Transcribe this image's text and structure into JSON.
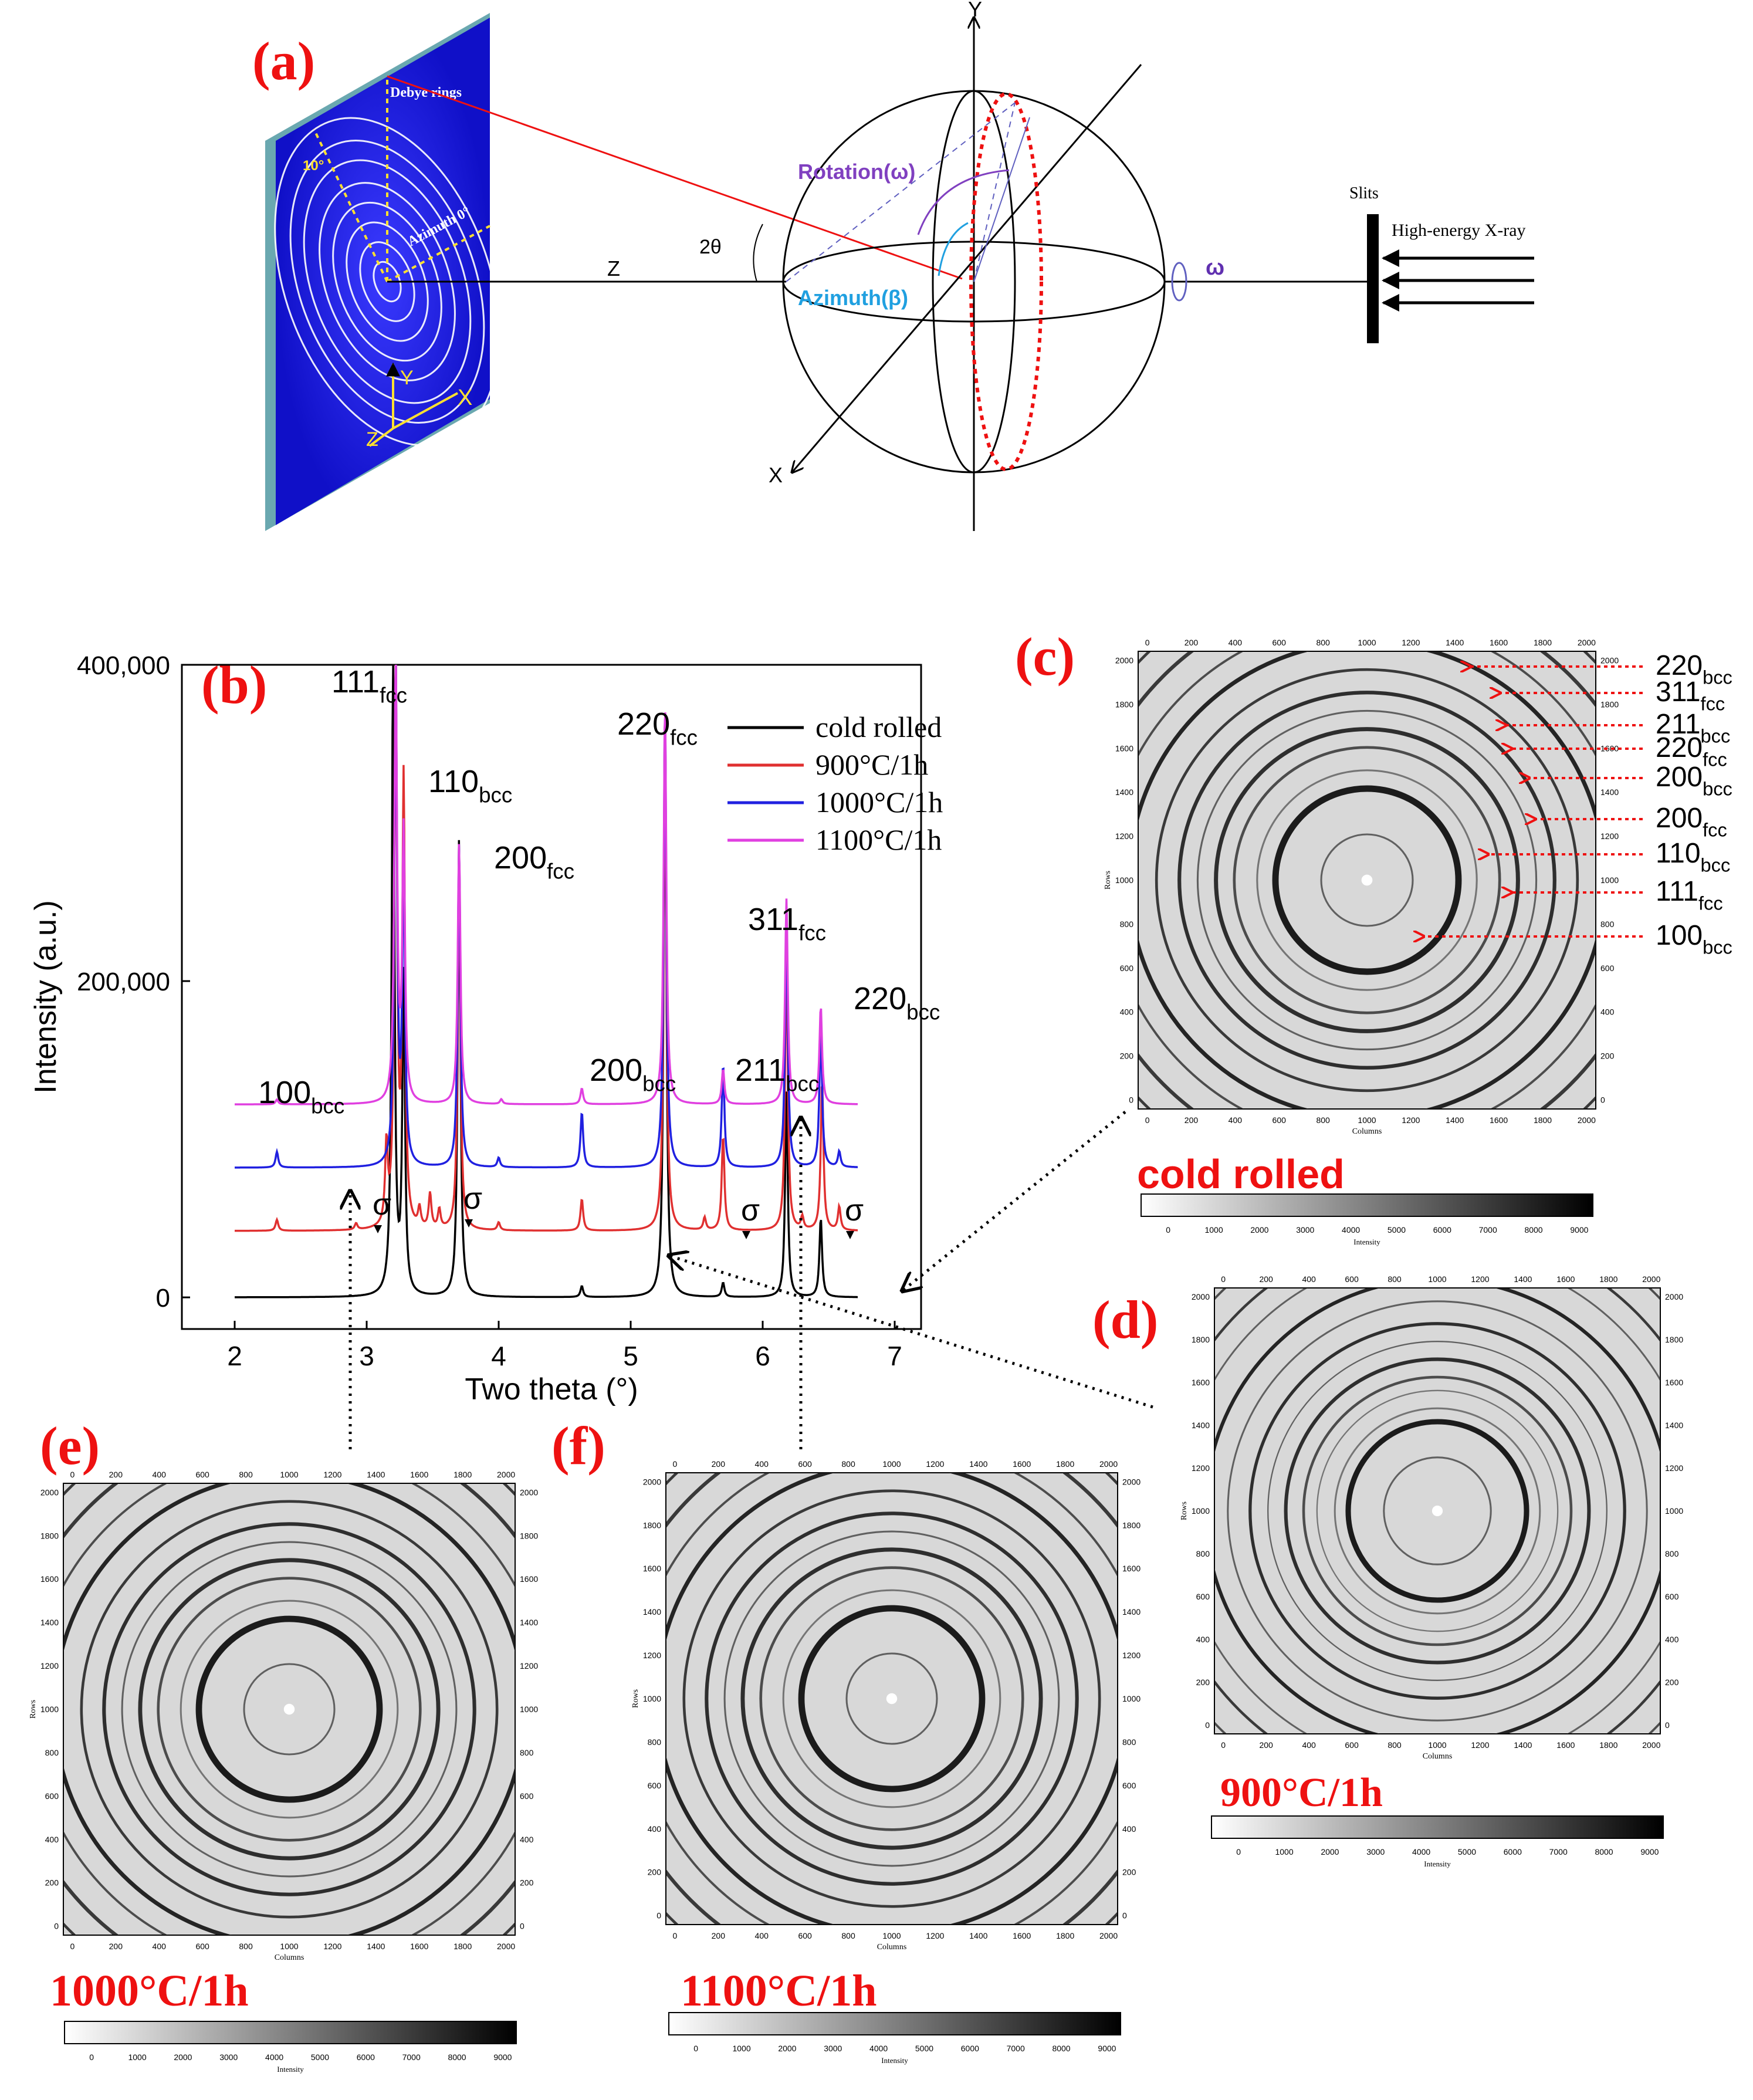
{
  "panel_labels": {
    "a": "(a)",
    "b": "(b)",
    "c": "(c)",
    "d": "(d)",
    "e": "(e)",
    "f": "(f)"
  },
  "schematic": {
    "debye_rings": "Debye rings",
    "angle_10": "10°",
    "azimuth0": "Azimuth 0°",
    "axis_y_det": "Y",
    "axis_x_det": "X",
    "axis_z_det": "Z",
    "z_label": "Z",
    "two_theta": "2θ",
    "rotation": "Rotation(ω)",
    "azimuth_beta": "Azimuth(β)",
    "y_axis": "Y",
    "x_axis": "X",
    "omega": "ω",
    "slits": "Slits",
    "xray": "High-energy  X-ray"
  },
  "chart_data": {
    "type": "line",
    "title": "",
    "xlabel": "Two theta (°)",
    "ylabel": "Intensity (a.u.)",
    "xlim": [
      1.6,
      7.2
    ],
    "ylim": [
      -20000,
      400000
    ],
    "xticks": [
      "2",
      "3",
      "4",
      "5",
      "6",
      "7"
    ],
    "yticks": [
      "0",
      "200,000",
      "400,000"
    ],
    "legend_position": "top-right",
    "series": [
      {
        "name": "cold rolled",
        "color": "#000000",
        "offset": 0,
        "peaks": [
          [
            3.2,
            400000
          ],
          [
            3.28,
            200000
          ],
          [
            3.7,
            290000
          ],
          [
            4.63,
            7000
          ],
          [
            5.26,
            378000
          ],
          [
            5.7,
            9000
          ],
          [
            6.18,
            130000
          ],
          [
            6.44,
            50000
          ]
        ]
      },
      {
        "name": "900°C/1h",
        "color": "#e03030",
        "offset": 42000,
        "peaks": [
          [
            2.32,
            7000
          ],
          [
            2.92,
            4000
          ],
          [
            3.15,
            50000
          ],
          [
            3.22,
            360000
          ],
          [
            3.28,
            280000
          ],
          [
            3.4,
            12000
          ],
          [
            3.48,
            22000
          ],
          [
            3.55,
            12000
          ],
          [
            3.7,
            240000
          ],
          [
            4.0,
            5000
          ],
          [
            4.63,
            20000
          ],
          [
            5.26,
            330000
          ],
          [
            5.56,
            8000
          ],
          [
            5.7,
            60000
          ],
          [
            6.18,
            180000
          ],
          [
            6.3,
            8000
          ],
          [
            6.45,
            95000
          ],
          [
            6.58,
            15000
          ]
        ]
      },
      {
        "name": "1000°C/1h",
        "color": "#2020e0",
        "offset": 82000,
        "peaks": [
          [
            2.32,
            10000
          ],
          [
            3.22,
            320000
          ],
          [
            3.28,
            190000
          ],
          [
            3.7,
            205000
          ],
          [
            4.0,
            6000
          ],
          [
            4.63,
            35000
          ],
          [
            5.26,
            295000
          ],
          [
            5.7,
            65000
          ],
          [
            6.18,
            160000
          ],
          [
            6.44,
            90000
          ],
          [
            6.58,
            10000
          ]
        ]
      },
      {
        "name": "1100°C/1h",
        "color": "#e040e0",
        "offset": 122000,
        "peaks": [
          [
            2.32,
            3000
          ],
          [
            3.22,
            280000
          ],
          [
            3.28,
            170000
          ],
          [
            3.7,
            165000
          ],
          [
            4.02,
            3000
          ],
          [
            4.63,
            10000
          ],
          [
            5.26,
            255000
          ],
          [
            5.7,
            22000
          ],
          [
            6.18,
            130000
          ],
          [
            6.44,
            62000
          ]
        ]
      }
    ],
    "peak_labels": {
      "p111fcc": [
        "111",
        "fcc"
      ],
      "p110bcc": [
        "110",
        "bcc"
      ],
      "p200fcc": [
        "200",
        "fcc"
      ],
      "p220fcc": [
        "220",
        "fcc"
      ],
      "p311fcc": [
        "311",
        "fcc"
      ],
      "p220bcc": [
        "220",
        "bcc"
      ],
      "p100bcc": [
        "100",
        "bcc"
      ],
      "p200bcc": [
        "200",
        "bcc"
      ],
      "p211bcc": [
        "211",
        "bcc"
      ],
      "sigma": "σ"
    }
  },
  "ring_annotations": [
    [
      "220",
      "bcc"
    ],
    [
      "311",
      "fcc"
    ],
    [
      "211",
      "bcc"
    ],
    [
      "220",
      "fcc"
    ],
    [
      "200",
      "bcc"
    ],
    [
      "200",
      "fcc"
    ],
    [
      "110",
      "bcc"
    ],
    [
      "111",
      "fcc"
    ],
    [
      "100",
      "bcc"
    ]
  ],
  "detectors": {
    "c": {
      "name": "cold rolled"
    },
    "d": {
      "name": "900°C/1h"
    },
    "e": {
      "name": "1000°C/1h"
    },
    "f": {
      "name": "1100°C/1h"
    },
    "axis_ticks": [
      "0",
      "200",
      "400",
      "600",
      "800",
      "1000",
      "1200",
      "1400",
      "1600",
      "1800",
      "2000"
    ],
    "colorbar_ticks": [
      "0",
      "1000",
      "2000",
      "3000",
      "4000",
      "5000",
      "6000",
      "7000",
      "8000",
      "9000"
    ],
    "columns_label": "Columns",
    "rows_label": "Rows",
    "intensity_label": "Intensity"
  },
  "colors": {
    "accent_red": "#ee1111",
    "detector_blue": "#1a1adc",
    "rotation_purple": "#8040c0",
    "azimuth_cyan": "#20a0e0"
  }
}
